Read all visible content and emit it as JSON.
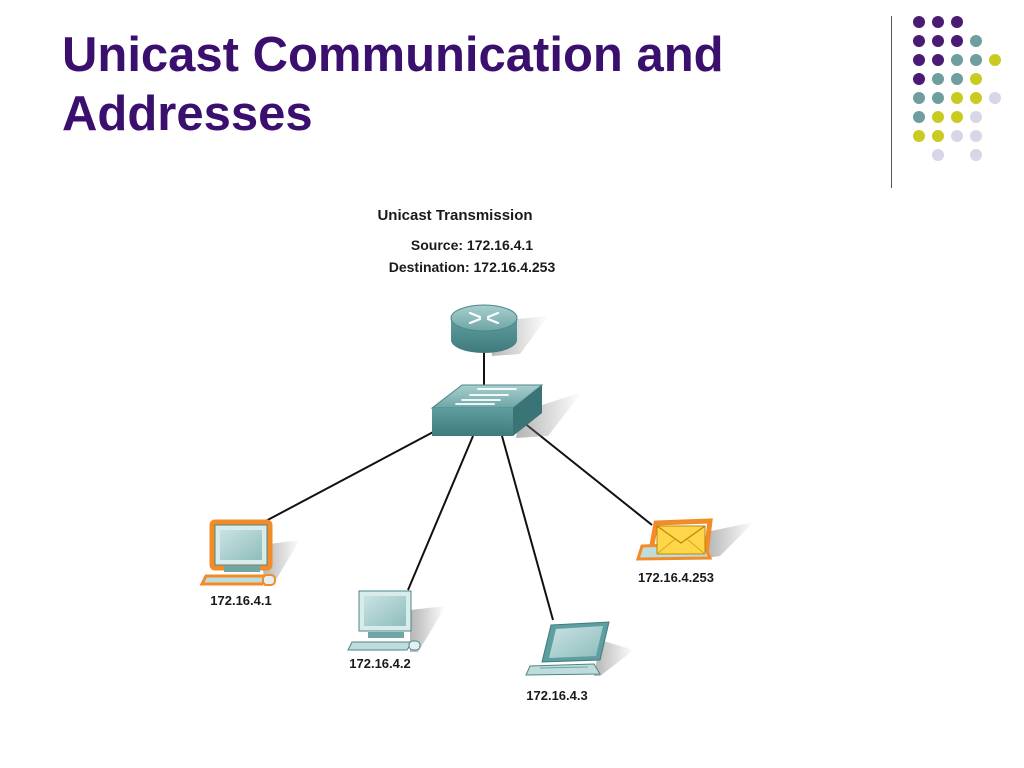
{
  "slide": {
    "title_line1": "Unicast Communication and",
    "title_line2": "Addresses"
  },
  "diagram": {
    "heading": "Unicast Transmission",
    "source_line": "Source: 172.16.4.1",
    "destination_line": "Destination: 172.16.4.253",
    "hosts": [
      {
        "ip": "172.16.4.1",
        "device": "desktop-pc",
        "role": "source"
      },
      {
        "ip": "172.16.4.2",
        "device": "desktop-pc",
        "role": ""
      },
      {
        "ip": "172.16.4.3",
        "device": "laptop",
        "role": ""
      },
      {
        "ip": "172.16.4.253",
        "device": "laptop",
        "role": "destination"
      }
    ],
    "network_devices": [
      "router-icon",
      "switch-icon"
    ],
    "message_icon": "envelope-icon"
  },
  "colors": {
    "title": "#3b0f6e",
    "accent_purple": "#4a1a74",
    "accent_teal": "#6e9e9e",
    "accent_yellow": "#c9cb20",
    "accent_lavender": "#d6d6e6",
    "device_teal": "#5f9ea0",
    "highlight_orange": "#f28c28",
    "envelope": "#ffcc33"
  }
}
